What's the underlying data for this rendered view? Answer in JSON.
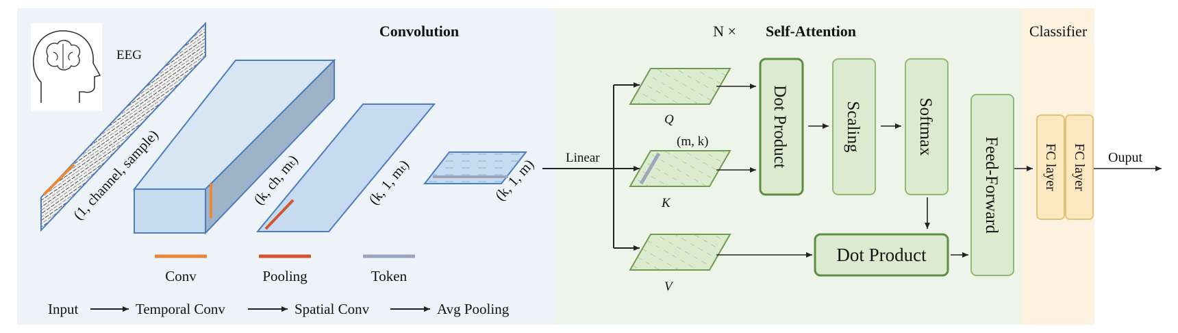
{
  "sections": {
    "convolution_title": "Convolution",
    "attention_repeat": "N ×",
    "attention_title": "Self-Attention",
    "classifier_title": "Classifier"
  },
  "labels": {
    "eeg": "EEG",
    "input_shape": "(1, channel, sample)",
    "temporal_shape": "(k, ch, mₜ)",
    "spatial_shape": "(k, 1, mₜ)",
    "pool_shape": "(k, 1, m)",
    "linear": "Linear",
    "q": "Q",
    "k": "K",
    "v": "V",
    "mk": "(m, k)",
    "output": "Ouput"
  },
  "legend": [
    {
      "label": "Conv",
      "color": "#e8883a"
    },
    {
      "label": "Pooling",
      "color": "#d4532e"
    },
    {
      "label": "Token",
      "color": "#9aa6bd"
    }
  ],
  "pipeline": [
    {
      "label": "Input"
    },
    {
      "label": "Temporal Conv"
    },
    {
      "label": "Spatial Conv"
    },
    {
      "label": "Avg Pooling"
    }
  ],
  "attention_blocks": {
    "dot_product_top": "Dot Product",
    "scaling": "Scaling",
    "softmax": "Softmax",
    "dot_product_bottom": "Dot Product",
    "feed_forward": "Feed-Forward"
  },
  "classifier_blocks": {
    "fc1": "FC layer",
    "fc2": "FC layer"
  },
  "colors": {
    "conv_bg": "#edf3f9",
    "attn_bg": "#eef4e9",
    "cls_bg": "#fdf2df",
    "box_stroke": "#4a7cbf",
    "box_fill": "#c6daf0",
    "green_stroke": "#6d9b4e",
    "green_fill": "#dcebcf",
    "yellow_stroke": "#e3c27a",
    "yellow_fill": "#fbe8c0"
  }
}
